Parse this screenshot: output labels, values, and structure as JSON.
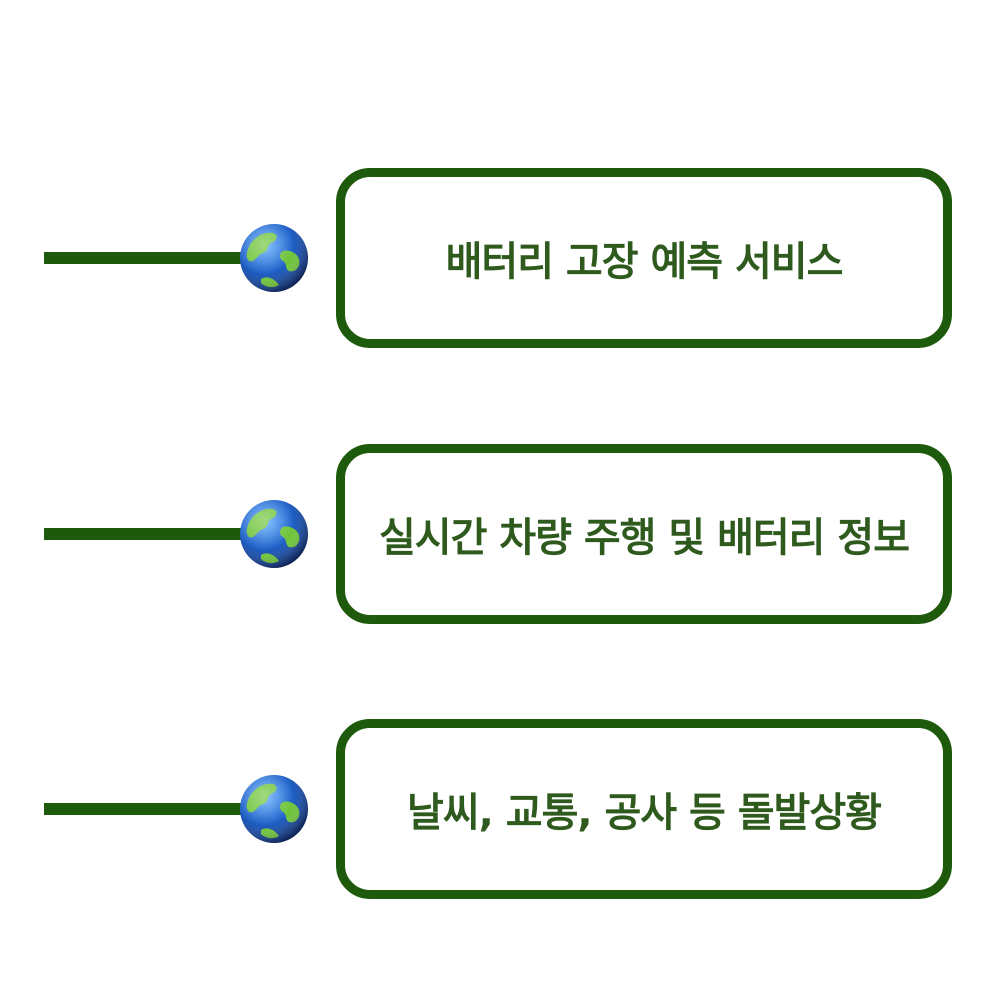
{
  "colors": {
    "line": "#1e5a0c",
    "text": "#2f5a1e",
    "globe_ocean": "#1f62c9",
    "globe_land": "#6fc43a"
  },
  "icon": "earth-globe-icon",
  "items": [
    {
      "label": "배터리 고장 예측 서비스"
    },
    {
      "label": "실시간 차량 주행 및 배터리 정보"
    },
    {
      "label": "날씨, 교통, 공사 등 돌발상황"
    }
  ]
}
